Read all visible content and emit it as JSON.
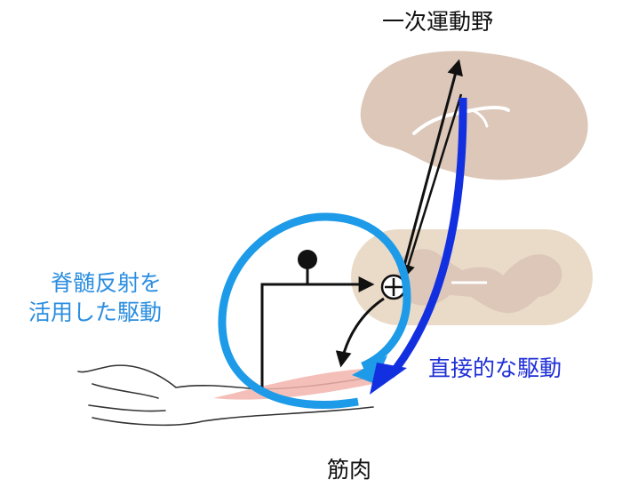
{
  "labels": {
    "cortex": "一次運動野",
    "muscle": "筋肉",
    "reflex_line1": "脊髄反射を",
    "reflex_line2": "活用した駆動",
    "direct": "直接的な駆動"
  },
  "colors": {
    "reflex_loop": "#1e9be8",
    "direct_path": "#1330e0",
    "reflex_label": "#2b8ee0",
    "direct_label": "#1f2fd6",
    "brain_fill": "#dcc7b9",
    "spinal_fill": "#eadbc8",
    "muscle_fill": "#f2b4ac",
    "neural_lines": "#111111"
  },
  "symbols": {
    "summation": "plus-circle",
    "neuron": "black-dot"
  }
}
